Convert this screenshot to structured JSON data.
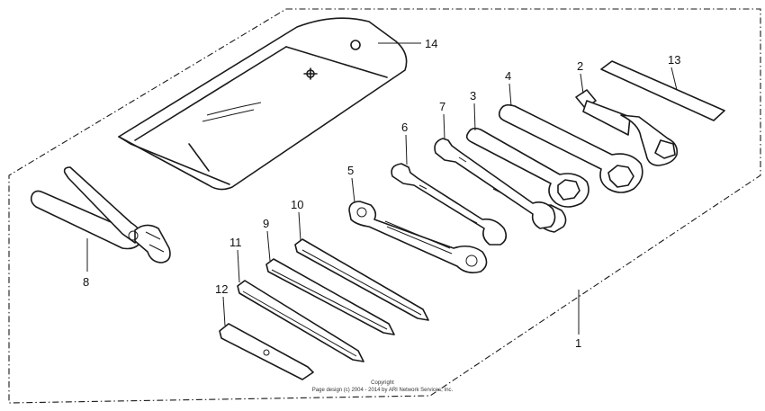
{
  "callouts": {
    "c1": "1",
    "c2": "2",
    "c3": "3",
    "c4": "4",
    "c5": "5",
    "c6": "6",
    "c7": "7",
    "c8": "8",
    "c9": "9",
    "c10": "10",
    "c11": "11",
    "c12": "12",
    "c13": "13",
    "c14": "14"
  },
  "copyright": {
    "line1": "Copyright",
    "line2": "Page design (c) 2004 - 2014 by ARI Network Services, Inc."
  }
}
